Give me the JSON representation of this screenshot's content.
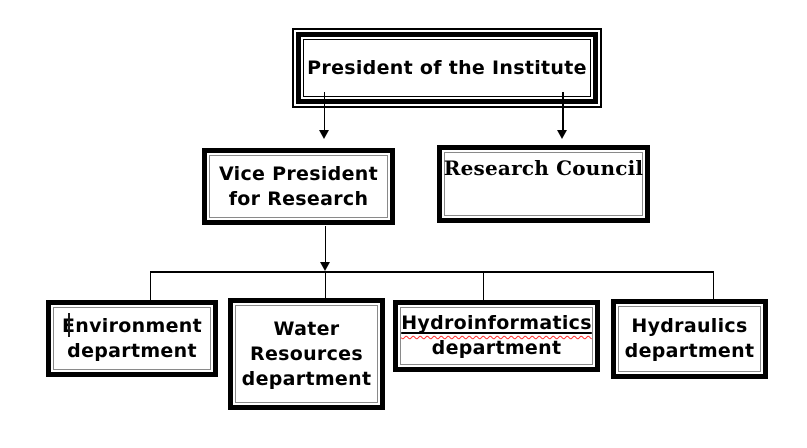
{
  "nodes": {
    "president": {
      "label": "President of the Institute"
    },
    "vice_president": {
      "lines": [
        "Vice President",
        "for Research"
      ]
    },
    "research_council": {
      "label": "Research Council"
    },
    "environment": {
      "lines": [
        "Environment",
        "department"
      ]
    },
    "water_resources": {
      "lines": [
        "Water",
        "Resources",
        "department"
      ]
    },
    "hydroinformatics": {
      "lines": [
        "Hydroinformatics",
        "department"
      ],
      "spellcheck_flagged_word": "Hydroinformatics"
    },
    "hydraulics": {
      "lines": [
        "Hydraulics",
        "department"
      ]
    }
  },
  "colors": {
    "box_border": "#000000",
    "inner_line": "#8a8a8a",
    "connector": "#000000",
    "text": "#000000",
    "background": "#ffffff",
    "spellcheck_underline": "#ff2a2a"
  }
}
